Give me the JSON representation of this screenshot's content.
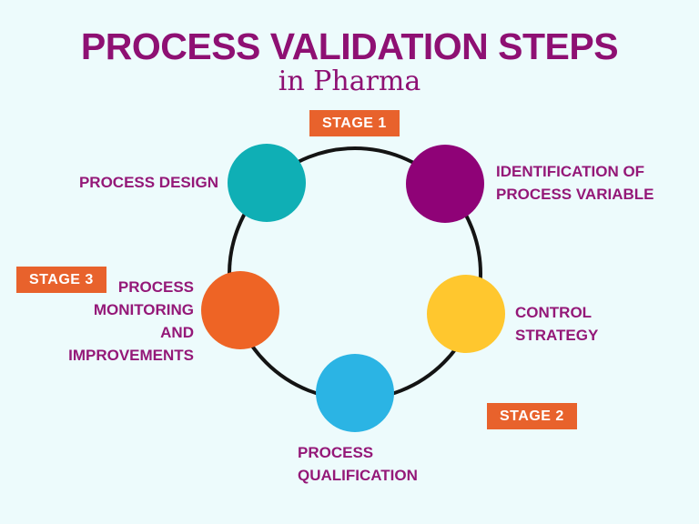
{
  "colors": {
    "background": "#EDFBFC",
    "title_text": "#8E1073",
    "label_text": "#941878",
    "badge_background": "#E8622C",
    "badge_text": "#FFFFFF",
    "ring_stroke": "#141414"
  },
  "header": {
    "title": "PROCESS VALIDATION STEPS",
    "subtitle": "in Pharma"
  },
  "badges": {
    "stage1": {
      "label": "STAGE 1"
    },
    "stage2": {
      "label": "STAGE 2"
    },
    "stage3": {
      "label": "STAGE 3"
    }
  },
  "nodes": {
    "design": {
      "label": "PROCESS DESIGN",
      "color": "#0FAFB5"
    },
    "identify": {
      "label": "IDENTIFICATION OF\nPROCESS VARIABLE",
      "color": "#8F0277"
    },
    "control": {
      "label": "CONTROL\nSTRATEGY",
      "color": "#FFC72E"
    },
    "qualification": {
      "label": "PROCESS\nQUALIFICATION",
      "color": "#2BB4E4"
    },
    "monitoring": {
      "label": "PROCESS\nMONITORING\nAND\nIMPROVEMENTS",
      "color": "#EE6425"
    }
  }
}
